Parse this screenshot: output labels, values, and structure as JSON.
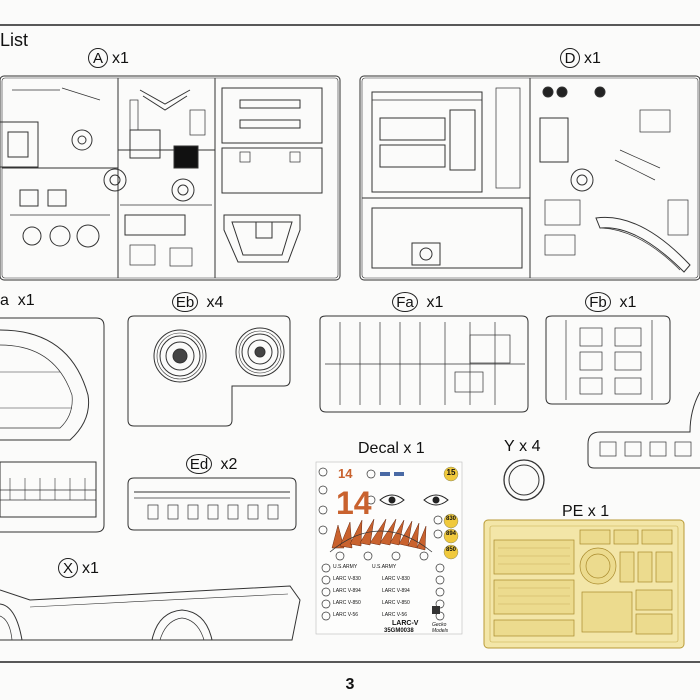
{
  "page": {
    "title": "List",
    "page_number": "3"
  },
  "sprues": [
    {
      "id": "A",
      "count": "x1"
    },
    {
      "id": "D",
      "count": "x1"
    },
    {
      "id": "a",
      "count": "x1"
    },
    {
      "id": "Eb",
      "count": "x4"
    },
    {
      "id": "Fa",
      "count": "x1"
    },
    {
      "id": "Fb",
      "count": "x1"
    },
    {
      "id": "Ed",
      "count": "x2"
    },
    {
      "id": "X",
      "count": "x1"
    },
    {
      "id": "Y",
      "count": "x 4"
    }
  ],
  "decal": {
    "label": "Decal x 1",
    "big_number": "14",
    "small_number": "14",
    "yellow_codes": [
      "15",
      "830",
      "894",
      "850"
    ],
    "lines": [
      "U.S.ARMY",
      "U.S.ARMY",
      "LARC V-830",
      "LARC V-830",
      "LARC V-894",
      "LARC V-894",
      "LARC V-850",
      "LARC V-850",
      "LARC V-56",
      "LARC V-56"
    ],
    "sheet_title": "LARC-V",
    "code": "35GM0038",
    "brand": "Gecko Models"
  },
  "pe": {
    "label": "PE x 1"
  }
}
